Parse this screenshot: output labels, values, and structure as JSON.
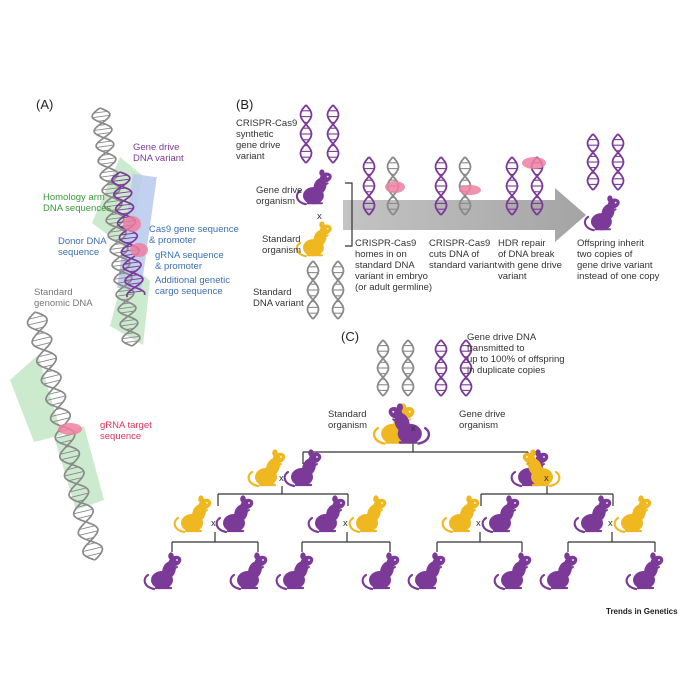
{
  "colors": {
    "purple": "#7b3a98",
    "yellow": "#f0b820",
    "gray": "#8a8a8a",
    "green": "#bfe5c2",
    "blue": "#b8c9ee",
    "pink": "#ef7fa0",
    "arrow": "#c8c8c8"
  },
  "icons": [
    "dna-double-helix-icon",
    "rodent-icon"
  ],
  "panel_a": {
    "tag": "(A)",
    "gene_drive_variant": "Gene drive\nDNA variant",
    "homology_arm": "Homology arm\nDNA sequences",
    "donor_dna": "Donor DNA\nsequence",
    "cas9": "Cas9 gene sequence\n& promoter",
    "grna_seq": "gRNA sequence\n& promoter",
    "cargo": "Additional genetic\ncargo sequence",
    "standard_genomic": "Standard\ngenomic DNA",
    "grna_target": "gRNA target\nsequence"
  },
  "panel_b": {
    "tag": "(B)",
    "crispr_variant": "CRISPR-Cas9\nsynthetic\ngene drive\nvariant",
    "gene_drive_organism": "Gene drive\norganism",
    "cross": "x",
    "standard_organism": "Standard\norganism",
    "standard_variant": "Standard\nDNA variant",
    "step1": "CRISPR-Cas9\nhomes in on\nstandard DNA\nvariant in embryo\n(or adult germline)",
    "step2": "CRISPR-Cas9\ncuts DNA of\nstandard variant",
    "step3": "HDR repair\nof DNA break\nwith gene drive\nvariant",
    "offspring": "Offspring inherit\ntwo copies of\ngene drive variant\ninstead of one copy"
  },
  "panel_c": {
    "tag": "(C)",
    "transmitted": "Gene drive DNA\ntransmitted to\nup to 100% of offspring\nin duplicate copies",
    "standard_organism": "Standard\norganism",
    "gene_drive_organism": "Gene drive\norganism",
    "cross": "x"
  },
  "credit": "Trends in Genetics"
}
